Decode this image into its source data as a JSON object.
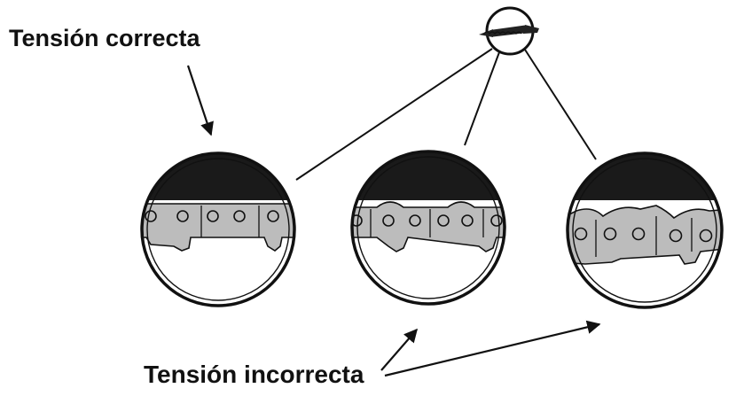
{
  "labels": {
    "correct": "Tensión correcta",
    "incorrect": "Tensión incorrecta"
  },
  "colors": {
    "ink": "#111111",
    "bar": "#1a1a1a",
    "chain": "#bcbcbc",
    "background": "#ffffff"
  },
  "icons": {
    "detail_magnifier": "chainsaw-bar-icon",
    "pointer_arrows": "arrow-icon"
  },
  "views": [
    {
      "id": "correct",
      "tension": "correct"
    },
    {
      "id": "incorrect-1",
      "tension": "incorrect"
    },
    {
      "id": "incorrect-2",
      "tension": "incorrect"
    }
  ]
}
